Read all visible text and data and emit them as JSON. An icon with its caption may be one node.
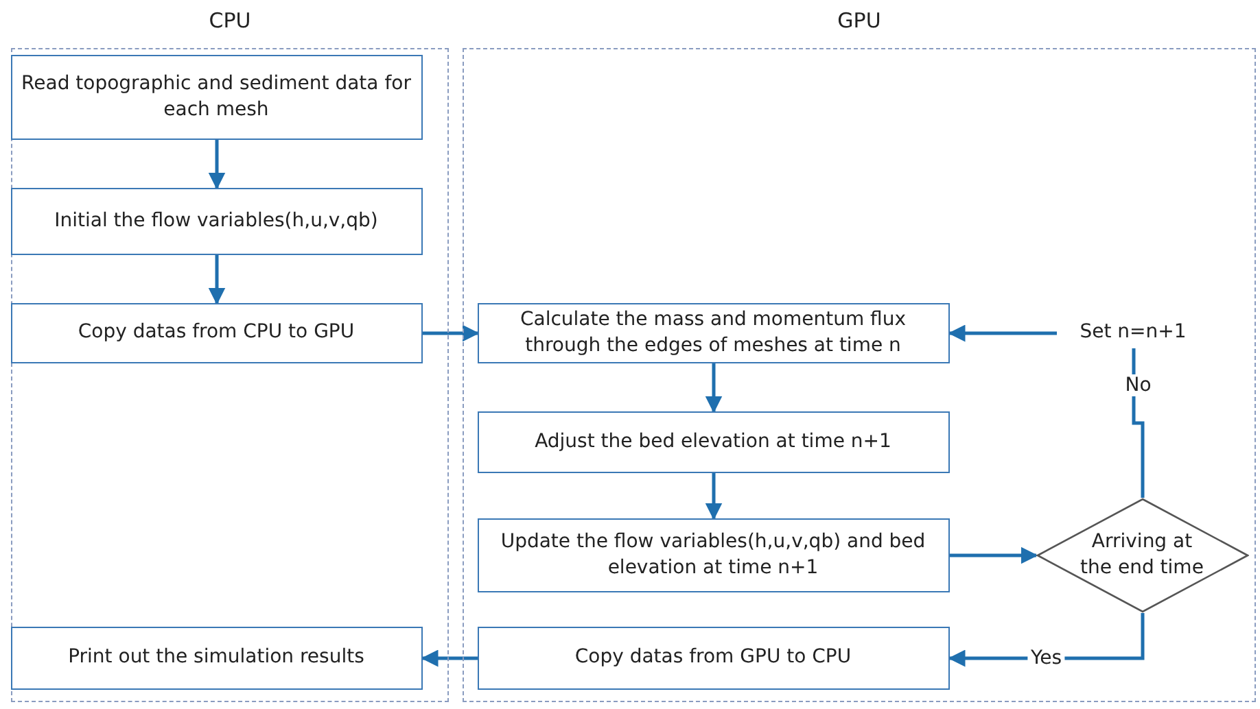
{
  "diagram": {
    "nodes": [
      {
        "text": [
          "CPU"
        ]
      },
      {
        "text": [
          "Read topographic and sediment data for each mesh"
        ],
        "in": 0
      },
      {
        "text": [
          "Initial the flow variables(h,u,v,qb)"
        ],
        "in": 0
      },
      {
        "text": [
          "Copy datas from CPU to GPU"
        ],
        "in": 0
      },
      {
        "text": [
          "Print out the simulation results"
        ],
        "in": 0
      },
      {
        "text": [
          "GPU"
        ]
      },
      {
        "text": [
          "Calculate the mass and momentum flux through the edges of meshes at time n"
        ],
        "in": 5
      },
      {
        "text": [
          "Adjust the  bed elevation at time n+1"
        ],
        "in": 5
      },
      {
        "text": [
          "Update the flow variables(h,u,v,qb) and bed elevation at time n+1"
        ],
        "in": 5
      },
      {
        "text": [
          "Arriving at the end time"
        ],
        "in": 5
      },
      {
        "text": [
          "Copy datas from GPU to CPU"
        ],
        "in": 5
      },
      {
        "text": [
          "Set n=n+1"
        ],
        "in": 5
      }
    ],
    "edges": [
      {
        "from": 1,
        "to": 2,
        "arrow": "to"
      },
      {
        "from": 2,
        "to": 3,
        "arrow": "to"
      },
      {
        "from": 3,
        "to": 6,
        "arrow": "to"
      },
      {
        "from": 6,
        "to": 7,
        "arrow": "to"
      },
      {
        "from": 7,
        "to": 8,
        "arrow": "to"
      },
      {
        "from": 8,
        "to": 9,
        "arrow": "to"
      },
      {
        "from": 9,
        "to": 10,
        "arrow": "to",
        "label": "Yes"
      },
      {
        "from": 10,
        "to": 4,
        "arrow": "to"
      },
      {
        "from": 9,
        "to": 11,
        "arrow": "none",
        "label": "No"
      },
      {
        "from": 11,
        "to": 6,
        "arrow": "to"
      }
    ]
  }
}
